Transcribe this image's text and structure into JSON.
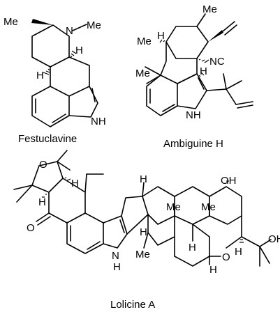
{
  "compounds": [
    {
      "name": "Festuclavine",
      "atom_labels": [
        "Me",
        "N",
        "Me",
        "H",
        "H",
        "NH"
      ]
    },
    {
      "name": "Ambiguine H",
      "atom_labels": [
        "Me",
        "Me",
        "H",
        "Me",
        "NC",
        "H",
        "NH"
      ]
    },
    {
      "name": "Lolicine A",
      "atom_labels": [
        "O",
        "H",
        "H",
        "O",
        "H",
        "Me",
        "Me",
        "H",
        "OH",
        "H",
        "Me",
        "H",
        "N",
        "H",
        "O",
        "OH",
        "H"
      ]
    }
  ]
}
